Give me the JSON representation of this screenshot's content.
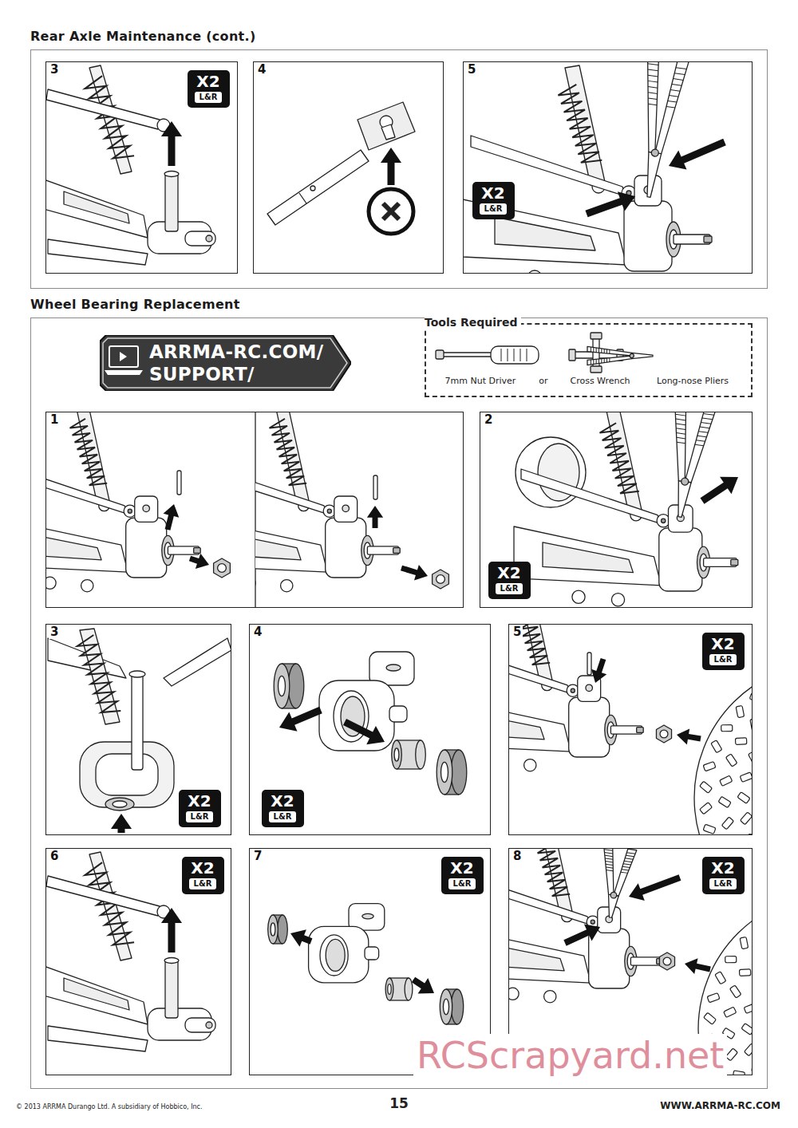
{
  "diagram": {
    "nodes": [
      {
        "text": [
          "Rear Axle Maintenance (cont.)"
        ]
      },
      {
        "text": [
          "3"
        ],
        "in": 0
      },
      {
        "text": [
          "X2",
          "L&R"
        ],
        "in": 1
      },
      {
        "text": [
          "4"
        ],
        "in": 0
      },
      {
        "text": [
          "5"
        ],
        "in": 0
      },
      {
        "text": [
          "X2",
          "L&R"
        ],
        "in": 4
      },
      {
        "text": [
          "Wheel Bearing Replacement"
        ]
      },
      {
        "text": [
          "ARRMA-RC.COM/ SUPPORT/"
        ],
        "in": 6
      },
      {
        "text": [
          "Tools Required"
        ],
        "in": 6
      },
      {
        "text": [
          "1"
        ],
        "in": 6
      },
      {
        "text": [
          "2"
        ],
        "in": 6
      },
      {
        "text": [
          "X2",
          "L&R"
        ],
        "in": 10
      },
      {
        "text": [
          "3"
        ],
        "in": 6
      },
      {
        "text": [
          "X2",
          "L&R"
        ],
        "in": 12
      },
      {
        "text": [
          "4"
        ],
        "in": 6
      },
      {
        "text": [
          "X2",
          "L&R"
        ],
        "in": 14
      },
      {
        "text": [
          "5"
        ],
        "in": 6
      },
      {
        "text": [
          "X2",
          "L&R"
        ],
        "in": 16
      },
      {
        "text": [
          "6"
        ],
        "in": 6
      },
      {
        "text": [
          "X2",
          "L&R"
        ],
        "in": 18
      },
      {
        "text": [
          "7"
        ],
        "in": 6
      },
      {
        "text": [
          "X2",
          "L&R"
        ],
        "in": 20
      },
      {
        "text": [
          "8"
        ],
        "in": 6
      },
      {
        "text": [
          "X2",
          "L&R"
        ],
        "in": 22
      }
    ],
    "labels": [
      "7mm Nut Driver",
      "or",
      "Cross Wrench",
      "Long-nose Pliers",
      "RCScrapyard.net",
      "© 2013 ARRMA Durango Ltd. A subsidiary of Hobbico, Inc.",
      "15",
      "WWW.ARRMA-RC.COM"
    ]
  }
}
